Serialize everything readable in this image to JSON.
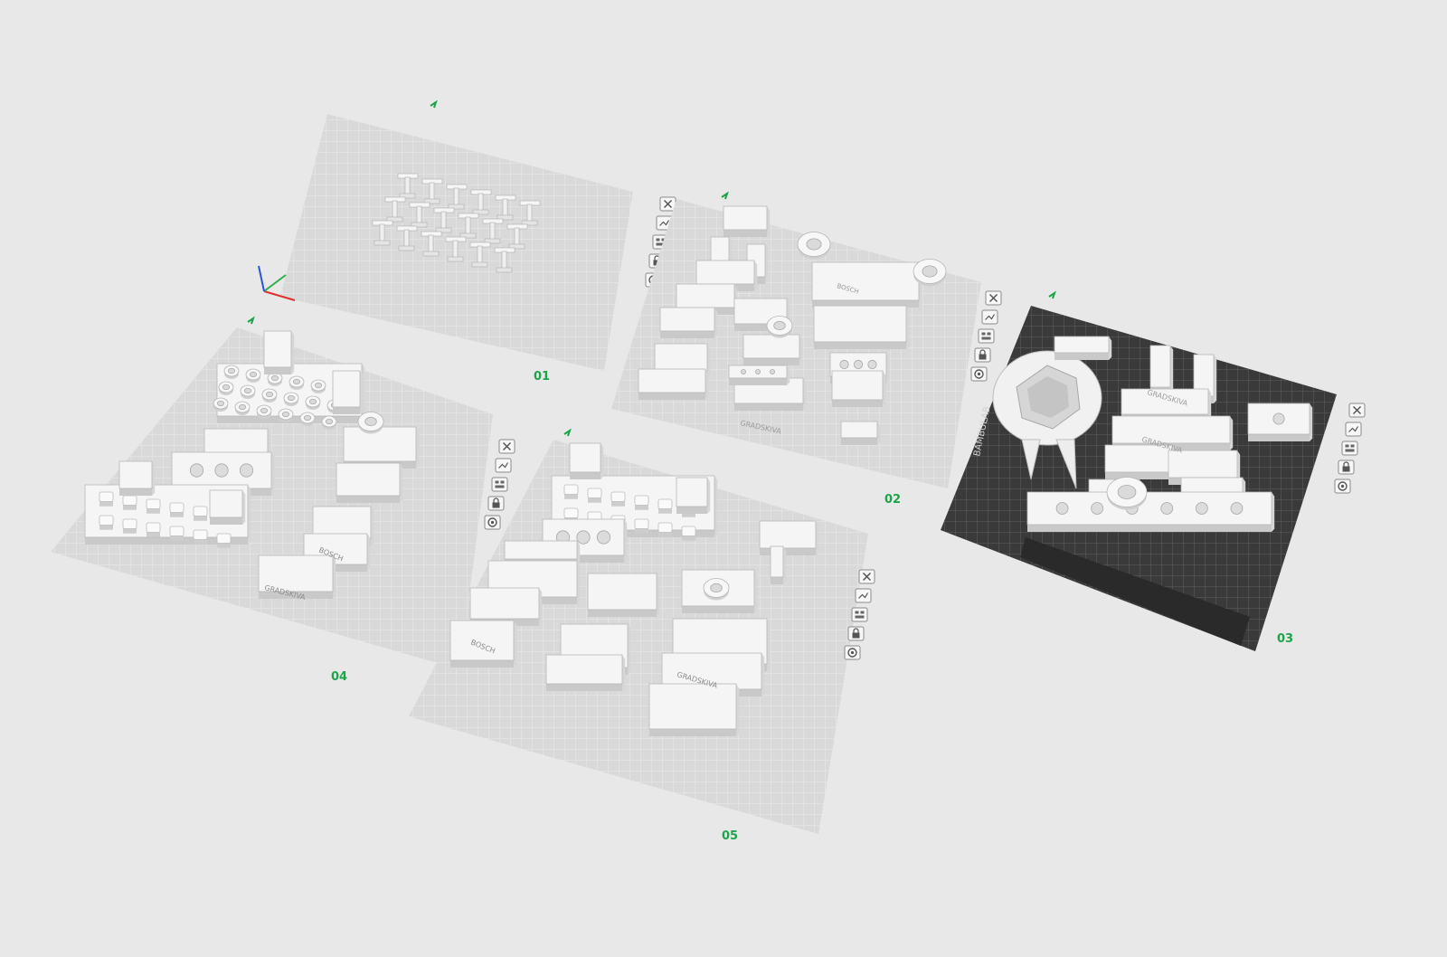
{
  "colors": {
    "background": "#e8e8e8",
    "plate": "#d9d9d9",
    "grid": "#ececec",
    "active_plate": "#3a3a3a",
    "active_grid": "#6a6a6a",
    "part": "#f4f4f4",
    "part_edge": "#bdbdbd",
    "accent": "#1fa34a",
    "icon": "#666666"
  },
  "plates": [
    {
      "id": "01",
      "label": "01",
      "active": false
    },
    {
      "id": "02",
      "label": "02",
      "active": false
    },
    {
      "id": "03",
      "label": "03",
      "active": true
    },
    {
      "id": "04",
      "label": "04",
      "active": false
    },
    {
      "id": "05",
      "label": "05",
      "active": false
    }
  ],
  "plate_tools": [
    "close-icon",
    "auto-orient-icon",
    "arrange-icon",
    "lock-icon",
    "settings-icon"
  ],
  "part_text": {
    "p02_a": "GRADSKIVA",
    "p02_b": "BOSCH",
    "p03_a": "GRADSKIVA",
    "p03_b": "GRADSKIVA",
    "p03_bed": "BAMBULAB",
    "p04_a": "BOSCH",
    "p04_b": "GRADSKIVA",
    "p05_a": "BOSCH",
    "p05_b": "GRADSKIVA"
  }
}
